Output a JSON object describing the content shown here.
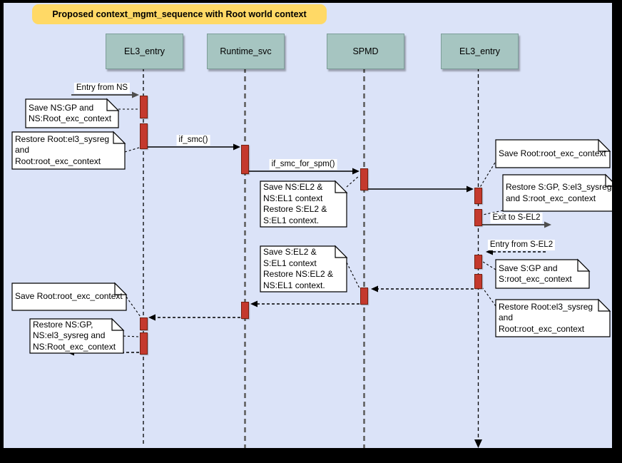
{
  "title": "Proposed context_mgmt_sequence with Root world context",
  "colors": {
    "background": "#dbe3f8",
    "frame": "#000000",
    "title_bg": "#ffd966",
    "actor_fill": "#a6c5c1",
    "activation_fill": "#c4392d",
    "note_bg": "#ffffff",
    "line": "#000000",
    "heavy_line": "#4d4d4d",
    "lifeline_heavy": "#5f5f5f"
  },
  "actors": [
    {
      "id": "el3-entry-left",
      "label": "EL3_entry"
    },
    {
      "id": "runtime-svc",
      "label": "Runtime_svc"
    },
    {
      "id": "spmd",
      "label": "SPMD"
    },
    {
      "id": "el3-entry-right",
      "label": "EL3_entry"
    }
  ],
  "messages": [
    {
      "id": "entry-from-ns",
      "label": "Entry from NS",
      "style": "solid"
    },
    {
      "id": "if-smc",
      "label": "if_smc()",
      "style": "solid"
    },
    {
      "id": "if-smc-for-spm",
      "label": "if_smc_for_spm()",
      "style": "solid"
    },
    {
      "id": "spmd-to-el3",
      "label": "",
      "style": "solid"
    },
    {
      "id": "exit-to-s-el2",
      "label": "Exit to S-EL2",
      "style": "solid"
    },
    {
      "id": "entry-from-s-el2",
      "label": "Entry from S-EL2",
      "style": "dashed"
    },
    {
      "id": "return-el3-to-spmd",
      "label": "",
      "style": "dashed"
    },
    {
      "id": "return-spmd-to-runtime",
      "label": "",
      "style": "dashed"
    },
    {
      "id": "return-runtime-to-el3",
      "label": "",
      "style": "dashed"
    },
    {
      "id": "return-to-ns",
      "label": "",
      "style": "dashed"
    }
  ],
  "notes": [
    {
      "id": "save-ns-gp",
      "lines": [
        "Save NS:GP and",
        "NS:Root_exc_context"
      ]
    },
    {
      "id": "restore-root-top",
      "lines": [
        "Restore Root:el3_sysreg",
        "and",
        "Root:root_exc_context"
      ]
    },
    {
      "id": "save-ns-el2",
      "lines": [
        "Save NS:EL2 &",
        "NS:EL1 context",
        "Restore S:EL2 &",
        "S:EL1 context."
      ]
    },
    {
      "id": "save-root-right",
      "lines": [
        "Save Root:root_exc_context"
      ]
    },
    {
      "id": "restore-s-gp",
      "lines": [
        "Restore S:GP, S:el3_sysreg",
        "and S:root_exc_context"
      ]
    },
    {
      "id": "save-s-gp",
      "lines": [
        "Save S:GP and",
        "S:root_exc_context"
      ]
    },
    {
      "id": "restore-root-mid",
      "lines": [
        "Restore Root:el3_sysreg",
        "and",
        "Root:root_exc_context"
      ]
    },
    {
      "id": "save-s-el2",
      "lines": [
        "Save S:EL2 &",
        "S:EL1 context",
        "Restore NS:EL2 &",
        "NS:EL1 context."
      ]
    },
    {
      "id": "save-root-left",
      "lines": [
        "Save Root:root_exc_context"
      ]
    },
    {
      "id": "restore-ns-gp",
      "lines": [
        "Restore NS:GP,",
        "NS:el3_sysreg and",
        "NS:Root_exc_context"
      ]
    }
  ]
}
